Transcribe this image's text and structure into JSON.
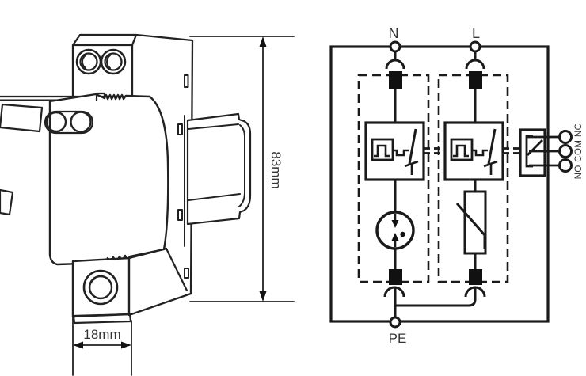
{
  "device_drawing": {
    "height_label": "83mm",
    "width_label": "18mm"
  },
  "circuit_diagram": {
    "terminal_n": "N",
    "terminal_l": "L",
    "terminal_pe": "PE",
    "signal_contacts_label": "NO COM NC"
  },
  "colors": {
    "ink": "#1f1f1f",
    "label": "#363636",
    "background": "#ffffff"
  }
}
